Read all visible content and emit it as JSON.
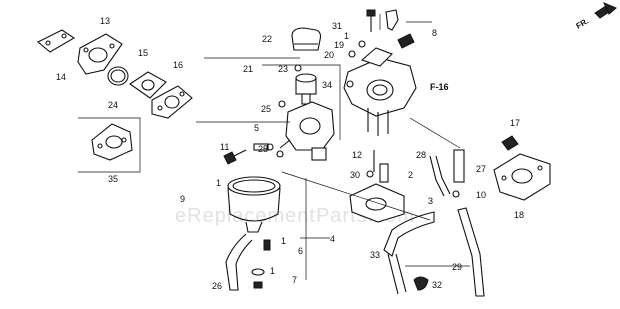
{
  "orientation_label": "FR.",
  "section_ref": "F-16",
  "watermark": "eReplacementParts.com",
  "callouts": {
    "c1a": "1",
    "c1b": "1",
    "c1c": "1",
    "c1d": "1",
    "c2": "2",
    "c3": "3",
    "c4": "4",
    "c5": "5",
    "c6": "6",
    "c7": "7",
    "c8": "8",
    "c9": "9",
    "c10": "10",
    "c11": "11",
    "c12": "12",
    "c13": "13",
    "c14": "14",
    "c15": "15",
    "c16": "16",
    "c17": "17",
    "c18": "18",
    "c19": "19",
    "c20": "20",
    "c21": "21",
    "c22": "22",
    "c23": "23",
    "c24": "24",
    "c25a": "25",
    "c25b": "25",
    "c26": "26",
    "c27": "27",
    "c28": "28",
    "c29": "29",
    "c30": "30",
    "c31": "31",
    "c32": "32",
    "c33": "33",
    "c34": "34",
    "c35": "35"
  }
}
